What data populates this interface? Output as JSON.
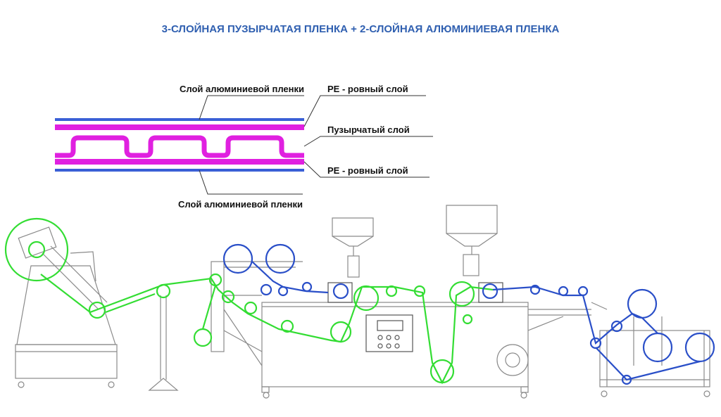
{
  "title": "3-СЛОЙНАЯ ПУЗЫРЧАТАЯ ПЛЕНКА + 2-СЛОЙНАЯ АЛЮМИНИЕВАЯ ПЛЕНКА",
  "layers": {
    "aluminum_top": "Слой алюминиевой пленки",
    "pe_top": "PE - ровный слой",
    "bubble": "Пузырчатый слой",
    "pe_bottom": "PE - ровный слой",
    "aluminum_bottom": "Слой алюминиевой пленки"
  },
  "colors": {
    "title": "#2f5fb0",
    "aluminum": "#3a5fd6",
    "bubble": "#e020e0",
    "pe_path": "#33dd33",
    "aluminum_path": "#2a4fc8",
    "machine": "#8a8a8a"
  }
}
